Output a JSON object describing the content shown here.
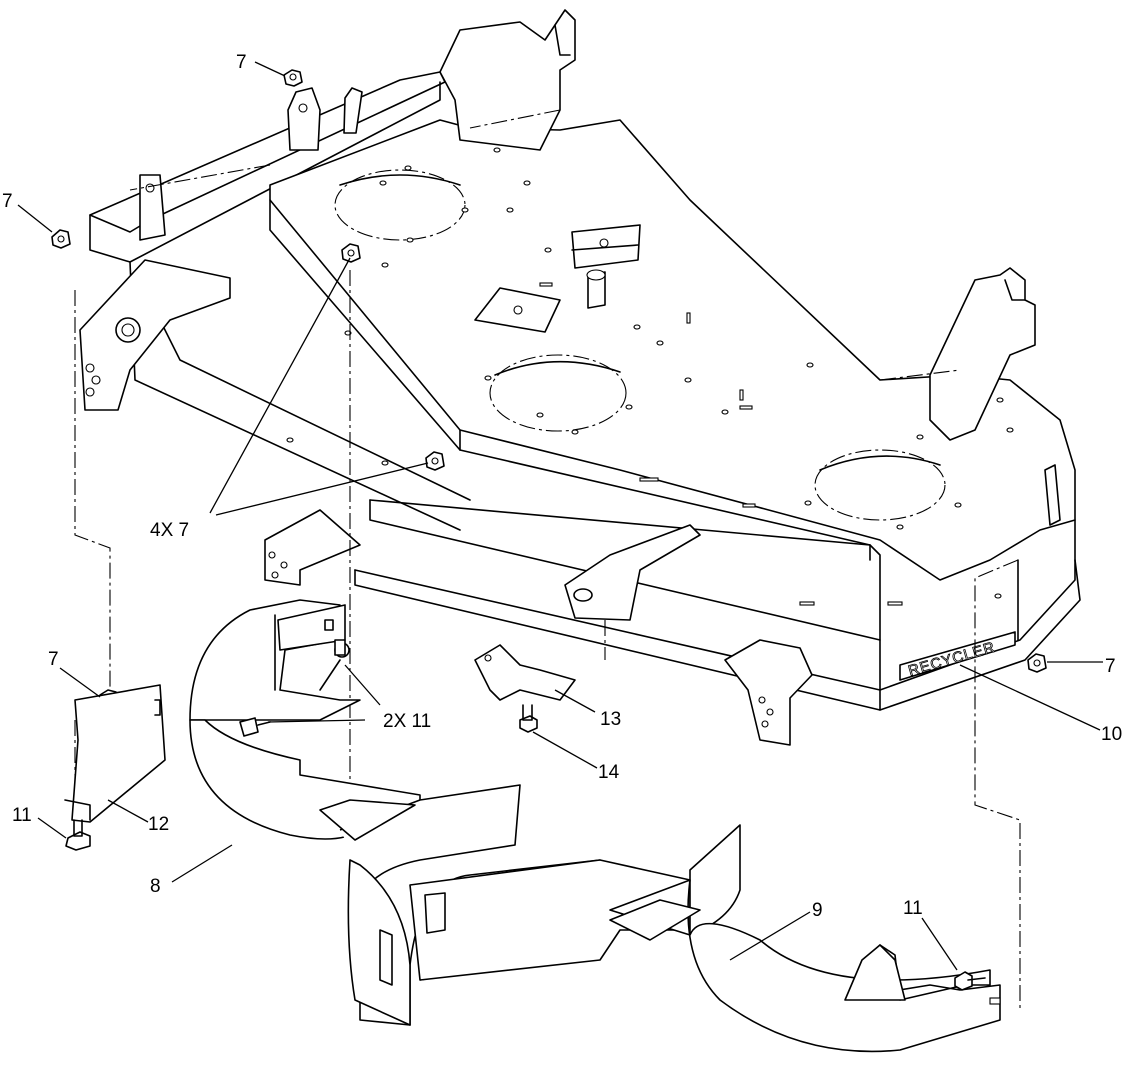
{
  "callouts": [
    {
      "id": "c7-top",
      "label": "7"
    },
    {
      "id": "c7-left",
      "label": "7"
    },
    {
      "id": "c4x7",
      "label": "4X 7"
    },
    {
      "id": "c7-right",
      "label": "7"
    },
    {
      "id": "c7-lower-left",
      "label": "7"
    },
    {
      "id": "c2x11",
      "label": "2X 11"
    },
    {
      "id": "c13",
      "label": "13"
    },
    {
      "id": "c14",
      "label": "14"
    },
    {
      "id": "c10",
      "label": "10"
    },
    {
      "id": "c11-left",
      "label": "11"
    },
    {
      "id": "c12",
      "label": "12"
    },
    {
      "id": "c8",
      "label": "8"
    },
    {
      "id": "c9",
      "label": "9"
    },
    {
      "id": "c11-right",
      "label": "11"
    }
  ],
  "decal": {
    "text": "RECYCLER"
  }
}
